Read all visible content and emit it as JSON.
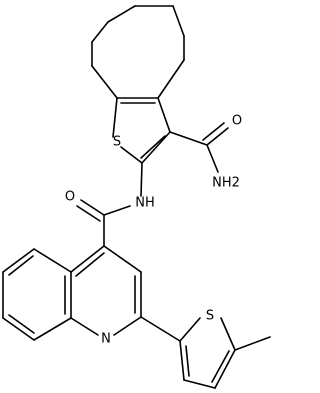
{
  "atom_labels": {
    "s_ring1": "S",
    "o_amide1": "O",
    "nh2": "NH2",
    "o_amide2": "O",
    "nh": "NH",
    "n_quinoline": "N",
    "s_ring2": "S"
  }
}
